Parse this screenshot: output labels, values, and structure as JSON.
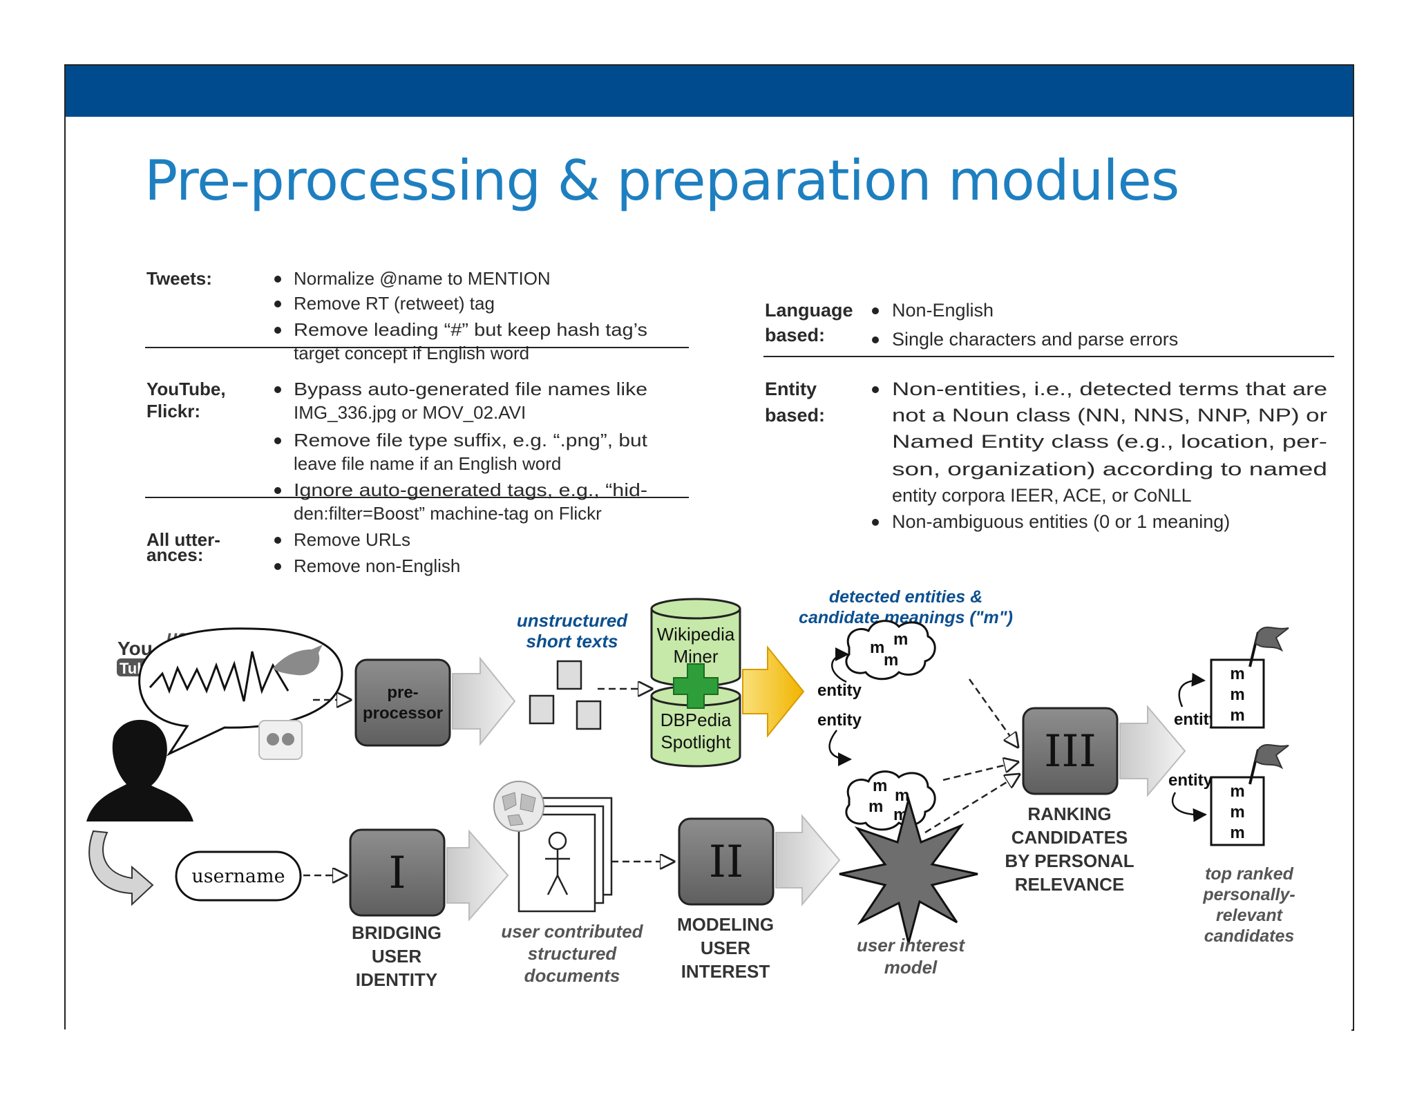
{
  "title": "Pre-processing & preparation modules",
  "table_left": {
    "rows": [
      {
        "label": [
          "Tweets:"
        ],
        "items": [
          [
            "Normalize @name to MENTION"
          ],
          [
            "Remove RT (retweet) tag"
          ],
          [
            "Remove leading “#” but keep hash tag’s",
            "target concept if English word"
          ]
        ]
      },
      {
        "label": [
          "YouTube,",
          "Flickr:"
        ],
        "items": [
          [
            "Bypass auto-generated file names like",
            "IMG_336.jpg or MOV_02.AVI"
          ],
          [
            "Remove file type suffix, e.g. “.png”, but",
            "leave file name if an English word"
          ],
          [
            "Ignore auto-generated tags, e.g., “hid-",
            "den:filter=Boost” machine-tag on Flickr"
          ]
        ]
      },
      {
        "label": [
          "All utter-",
          "ances:"
        ],
        "items": [
          [
            "Remove URLs"
          ],
          [
            "Remove non-English"
          ]
        ]
      }
    ]
  },
  "table_right": {
    "rows": [
      {
        "label": [
          "Language",
          "based:"
        ],
        "items": [
          [
            "Non-English"
          ],
          [
            "Single characters and parse errors"
          ]
        ]
      },
      {
        "label": [
          "Entity",
          "based:"
        ],
        "items": [
          [
            "Non-entities, i.e., detected terms that are",
            "not a Noun class (NN, NNS, NNP, NP) or",
            "Named Entity class (e.g., location, per-",
            "son, organization) according to named",
            "entity corpora IEER, ACE, or CoNLL"
          ],
          [
            "Non-ambiguous entities (0 or 1 meaning)"
          ]
        ]
      }
    ]
  },
  "diagram": {
    "user_utterances": "user utterances",
    "youtube_logo": [
      "You",
      "Tube"
    ],
    "preprocessor": [
      "pre-",
      "processor"
    ],
    "unstructured": [
      "unstructured",
      "short texts"
    ],
    "wikipedia_miner": [
      "Wikipedia",
      "Miner"
    ],
    "dbpedia": [
      "DBPedia",
      "Spotlight"
    ],
    "detected": [
      "detected entities &",
      "candidate meanings (\"m\")"
    ],
    "entity": "entity",
    "m": "m",
    "stage_3": "III",
    "stage_3_caption": [
      "RANKING",
      "CANDIDATES",
      "BY PERSONAL",
      "RELEVANCE"
    ],
    "top_ranked": [
      "top ranked",
      "personally-",
      "relevant",
      "candidates"
    ],
    "username": "username",
    "stage_1": "I",
    "stage_1_caption": [
      "BRIDGING",
      "USER",
      "IDENTITY"
    ],
    "user_docs": [
      "user contributed",
      "structured",
      "documents"
    ],
    "stage_2": "II",
    "stage_2_caption": [
      "MODELING",
      "USER",
      "INTEREST"
    ],
    "interest_model": [
      "user interest",
      "model"
    ],
    "colors": {
      "topbar": "#004b8d",
      "title": "#1e7fc0",
      "db_green": "#c6e8a8",
      "plus_green": "#2e9e3a",
      "arrow_gold": "#f5c518",
      "module_gray": "#7a7a7a",
      "label_blue": "#0b4f8f"
    }
  }
}
